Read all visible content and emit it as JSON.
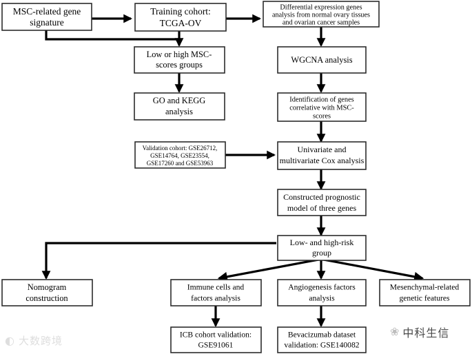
{
  "figure": {
    "type": "flowchart",
    "title": "MSC-related gene signature analysis workflow",
    "orientation": "top-to-bottom",
    "background_color": "#ffffff",
    "line_color": "#000000",
    "box_border_color": "#2b2b2b"
  },
  "nodes": [
    {
      "id": "msc_signature",
      "label_lines": [
        "MSC-related gene",
        "signature"
      ]
    },
    {
      "id": "training_cohort",
      "label_lines": [
        "Training cohort:",
        "TCGA-OV"
      ]
    },
    {
      "id": "deg_analysis",
      "label_lines": [
        "Differential expression genes",
        "analysis from normal ovary tissues",
        "and ovarian cancer samples"
      ]
    },
    {
      "id": "msc_groups",
      "label_lines": [
        "Low or high MSC-",
        "scores groups"
      ]
    },
    {
      "id": "wgcna",
      "label_lines": [
        "WGCNA analysis"
      ]
    },
    {
      "id": "go_kegg",
      "label_lines": [
        "GO and KEGG",
        "analysis"
      ]
    },
    {
      "id": "identification",
      "label_lines": [
        "Identification  of genes",
        "correlative with MSC-",
        "scores"
      ]
    },
    {
      "id": "validation",
      "label_lines": [
        "Validation cohort: GSE26712,",
        "GSE14764, GSE23554,",
        "GSE17260 and GSE53963"
      ]
    },
    {
      "id": "cox",
      "label_lines": [
        "Univariate and",
        "multivariate Cox analysis"
      ]
    },
    {
      "id": "prognostic",
      "label_lines": [
        "Constructed prognostic",
        "model of three genes"
      ]
    },
    {
      "id": "risk_group",
      "label_lines": [
        "Low- and high-risk",
        "group"
      ]
    },
    {
      "id": "nomogram",
      "label_lines": [
        "Nomogram",
        "construction"
      ]
    },
    {
      "id": "immune",
      "label_lines": [
        "Immune cells and",
        "factors analysis"
      ]
    },
    {
      "id": "angiogenesis",
      "label_lines": [
        "Angiogenesis factors",
        "analysis"
      ]
    },
    {
      "id": "mesenchymal",
      "label_lines": [
        "Mesenchymal-related",
        "genetic features"
      ]
    },
    {
      "id": "icb",
      "label_lines": [
        "ICB cohort validation:",
        "GSE91061"
      ]
    },
    {
      "id": "bevacizumab",
      "label_lines": [
        "Bevacizumab dataset",
        "validation: GSE140082"
      ]
    }
  ],
  "edges": [
    {
      "from": "msc_signature",
      "to": "training_cohort"
    },
    {
      "from": "training_cohort",
      "to": "deg_analysis"
    },
    {
      "from": "training_cohort",
      "to": "msc_groups"
    },
    {
      "from": "msc_signature",
      "to": "msc_groups"
    },
    {
      "from": "deg_analysis",
      "to": "wgcna"
    },
    {
      "from": "msc_groups",
      "to": "go_kegg"
    },
    {
      "from": "wgcna",
      "to": "identification"
    },
    {
      "from": "identification",
      "to": "cox"
    },
    {
      "from": "validation",
      "to": "cox"
    },
    {
      "from": "cox",
      "to": "prognostic"
    },
    {
      "from": "prognostic",
      "to": "risk_group"
    },
    {
      "from": "risk_group",
      "to": "nomogram"
    },
    {
      "from": "risk_group",
      "to": "immune"
    },
    {
      "from": "risk_group",
      "to": "angiogenesis"
    },
    {
      "from": "risk_group",
      "to": "mesenchymal"
    },
    {
      "from": "immune",
      "to": "icb"
    },
    {
      "from": "angiogenesis",
      "to": "bevacizumab"
    }
  ],
  "watermarks": {
    "left": {
      "logo": "◐",
      "text": "大数跨境"
    },
    "right": {
      "logo": "❀",
      "text": "中科生信"
    }
  }
}
